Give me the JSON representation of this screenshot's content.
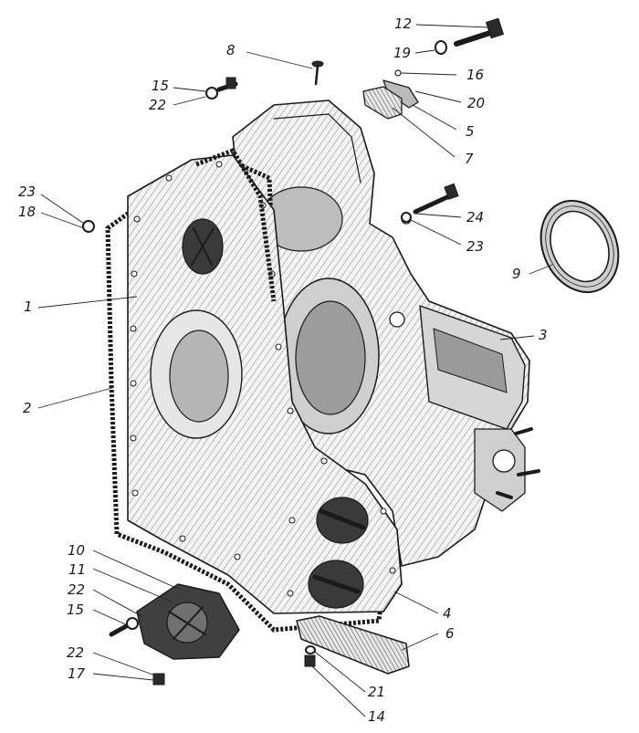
{
  "labels": [
    {
      "id": "12",
      "text": "12"
    },
    {
      "id": "8",
      "text": "8"
    },
    {
      "id": "19",
      "text": "19"
    },
    {
      "id": "16",
      "text": "16"
    },
    {
      "id": "15a",
      "text": "15"
    },
    {
      "id": "22a",
      "text": "22"
    },
    {
      "id": "20",
      "text": "20"
    },
    {
      "id": "5",
      "text": "5"
    },
    {
      "id": "7",
      "text": "7"
    },
    {
      "id": "23a",
      "text": "23"
    },
    {
      "id": "18",
      "text": "18"
    },
    {
      "id": "24",
      "text": "24"
    },
    {
      "id": "23b",
      "text": "23"
    },
    {
      "id": "9",
      "text": "9"
    },
    {
      "id": "1",
      "text": "1"
    },
    {
      "id": "3",
      "text": "3"
    },
    {
      "id": "2",
      "text": "2"
    },
    {
      "id": "10",
      "text": "10"
    },
    {
      "id": "11",
      "text": "11"
    },
    {
      "id": "22b",
      "text": "22"
    },
    {
      "id": "15b",
      "text": "15"
    },
    {
      "id": "4",
      "text": "4"
    },
    {
      "id": "6",
      "text": "6"
    },
    {
      "id": "22c",
      "text": "22"
    },
    {
      "id": "17",
      "text": "17"
    },
    {
      "id": "21",
      "text": "21"
    },
    {
      "id": "14",
      "text": "14"
    }
  ]
}
